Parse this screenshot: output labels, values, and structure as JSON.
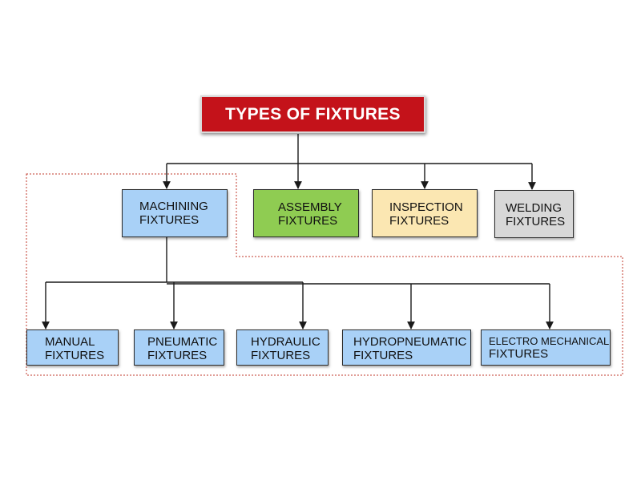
{
  "title": "TYPES OF FIXTURES",
  "categories": [
    {
      "line1": "MACHINING",
      "line2": "FIXTURES",
      "color": "#a9d1f7"
    },
    {
      "line1": "ASSEMBLY",
      "line2": "FIXTURES",
      "color": "#8fcc52"
    },
    {
      "line1": "INSPECTION",
      "line2": "FIXTURES",
      "color": "#fbe7b2"
    },
    {
      "line1": "WELDING",
      "line2": "FIXTURES",
      "color": "#d8d8d8"
    }
  ],
  "machining_types": [
    {
      "line1": "MANUAL",
      "line2": "FIXTURES"
    },
    {
      "line1": "PNEUMATIC",
      "line2": "FIXTURES"
    },
    {
      "line1": "HYDRAULIC",
      "line2": "FIXTURES"
    },
    {
      "line1": "HYDROPNEUMATIC",
      "line2": "FIXTURES"
    },
    {
      "line1": "ELECTRO MECHANICAL",
      "line2": "FIXTURES"
    }
  ],
  "colors": {
    "title_bg": "#c4121a",
    "subtype_bg": "#a9d1f7",
    "group_outline": "#c0392b"
  }
}
